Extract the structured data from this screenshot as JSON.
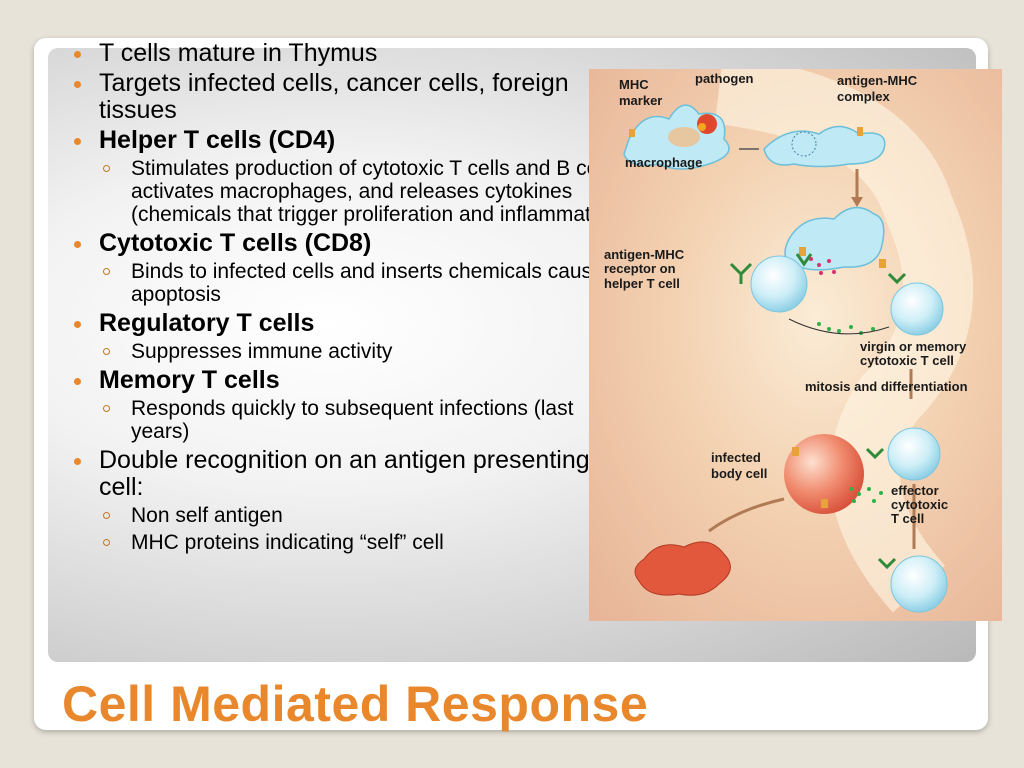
{
  "slide": {
    "title": "Cell Mediated Response",
    "bullets": [
      {
        "level": 1,
        "bold": false,
        "text": "T cells mature in Thymus"
      },
      {
        "level": 1,
        "bold": false,
        "text": "Targets infected cells, cancer cells, foreign tissues"
      },
      {
        "level": 1,
        "bold": true,
        "text": "Helper T cells (CD4)"
      },
      {
        "level": 2,
        "bold": false,
        "text": "Stimulates production of cytotoxic T cells and B cells, activates macrophages, and releases cytokines (chemicals that trigger proliferation and inflammation)"
      },
      {
        "level": 1,
        "bold": true,
        "text": "Cytotoxic T cells (CD8)"
      },
      {
        "level": 2,
        "bold": false,
        "text": "Binds to infected cells and inserts chemicals causing apoptosis"
      },
      {
        "level": 1,
        "bold": true,
        "text": "Regulatory T cells"
      },
      {
        "level": 2,
        "bold": false,
        "text": "Suppresses immune activity"
      },
      {
        "level": 1,
        "bold": true,
        "text": "Memory T cells"
      },
      {
        "level": 2,
        "bold": false,
        "text": "Responds quickly to subsequent infections (last years)"
      },
      {
        "level": 1,
        "bold": false,
        "text": "Double recognition on an antigen presenting cell:"
      },
      {
        "level": 2,
        "bold": false,
        "text": "Non self antigen"
      },
      {
        "level": 2,
        "bold": false,
        "text": "MHC proteins indicating “self” cell"
      }
    ]
  },
  "figure": {
    "labels": {
      "mhc_marker_1": "MHC",
      "mhc_marker_2": "marker",
      "pathogen": "pathogen",
      "antigen_mhc_complex_1": "antigen-MHC",
      "antigen_mhc_complex_2": "complex",
      "macrophage": "macrophage",
      "receptor_1": "antigen-MHC",
      "receptor_2": "receptor on",
      "receptor_3": "helper T cell",
      "virgin_1": "virgin or memory",
      "virgin_2": "cytotoxic T cell",
      "mitosis": "mitosis and differentiation",
      "infected_1": "infected",
      "infected_2": "body cell",
      "effector_1": "effector",
      "effector_2": "cytotoxic",
      "effector_3": "T cell"
    }
  },
  "colors": {
    "accent": "#e8872c",
    "background": "#e7e3d9",
    "figure_background": "#f2c9a6",
    "t_cell": "#cfeff7"
  }
}
